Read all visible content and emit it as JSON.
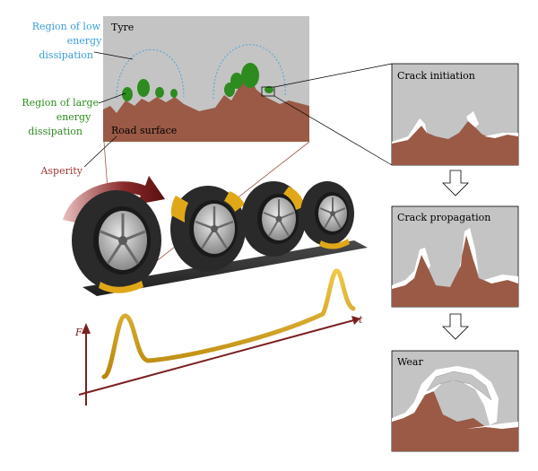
{
  "labels": {
    "low_line1": "Region of low",
    "low_line2": "energy",
    "low_line3": "dissipation",
    "large_line1": "Region of large",
    "large_line2": "energy",
    "large_line3": "dissipation",
    "tyre": "Tyre",
    "road_surface": "Road surface",
    "asperity": "Asperity",
    "crack_initiation": "Crack initiation",
    "crack_propagation": "Crack propagation",
    "wear": "Wear",
    "axis_f": "F",
    "axis_t": "t"
  },
  "colors": {
    "rubber": "#c4c4c4",
    "road": "#9a5a45",
    "dissipation_green": "#2e8b1f",
    "low_label": "#3a9fd6",
    "large_label": "#2e8b1f",
    "asperity_label": "#9a3a30",
    "force_curve": "#d4a017",
    "arrow": "#7a1f1f",
    "tire": "#2a2a2a",
    "tread_band": "#e0a818"
  }
}
